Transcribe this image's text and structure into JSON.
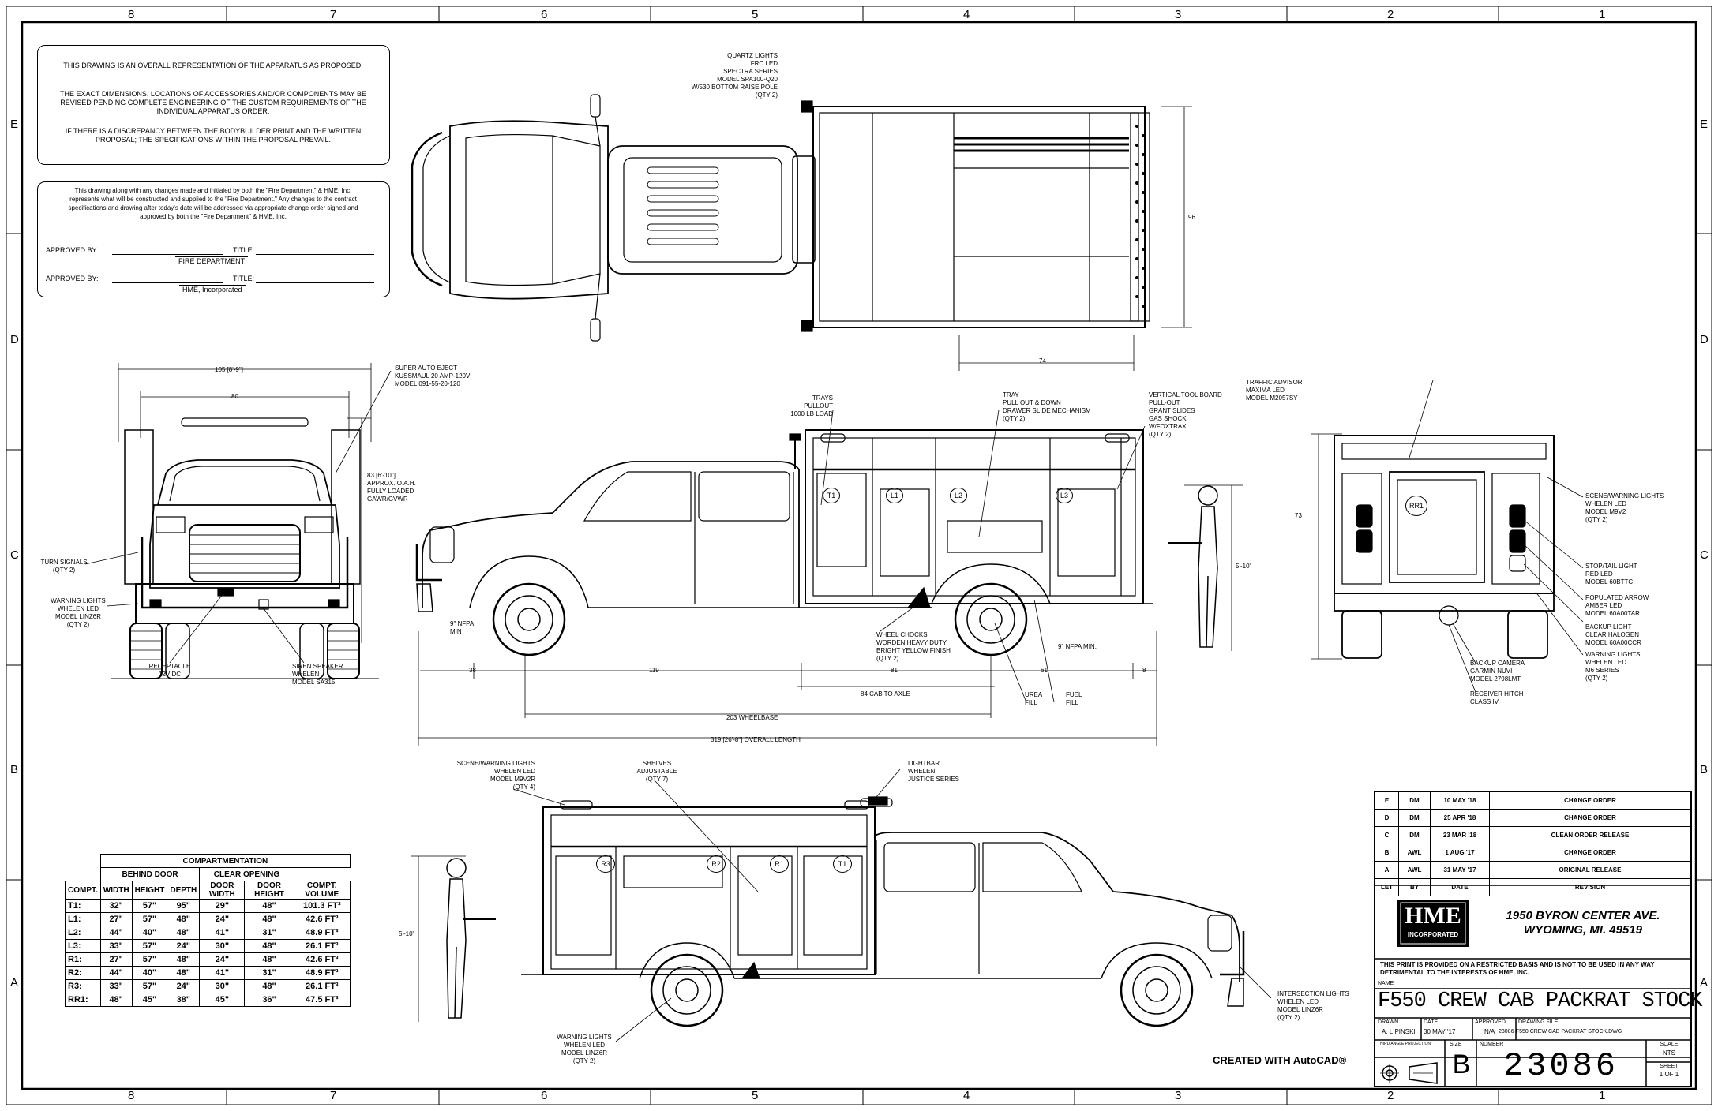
{
  "grid": {
    "columns": [
      "8",
      "7",
      "6",
      "5",
      "4",
      "3",
      "2",
      "1"
    ],
    "rows": [
      "E",
      "D",
      "C",
      "B",
      "A"
    ]
  },
  "notes": {
    "disclaimer": [
      "THIS DRAWING IS AN OVERALL REPRESENTATION OF THE APPARATUS AS PROPOSED.",
      "THE EXACT DIMENSIONS, LOCATIONS OF ACCESSORIES AND/OR COMPONENTS MAY BE REVISED PENDING COMPLETE ENGINEERING OF THE CUSTOM REQUIREMENTS OF THE INDIVIDUAL APPARATUS ORDER.",
      "IF THERE IS A DISCREPANCY BETWEEN THE BODYBUILDER PRINT AND THE WRITTEN PROPOSAL; THE SPECIFICATIONS WITHIN THE PROPOSAL PREVAIL."
    ],
    "approval_text": "This drawing along with any changes made and initialed by both the \"Fire Department\" & HME, Inc. represents what will be constructed and supplied to the \"Fire Department.\" Any changes to the contract specifications and drawing after today's date will be addressed via appropriate change order signed and approved by both the \"Fire Department\" & HME, Inc.",
    "approved_by_1": "APPROVED BY:",
    "title_1": "TITLE:",
    "org_1": "FIRE DEPARTMENT",
    "approved_by_2": "APPROVED BY:",
    "title_2": "TITLE:",
    "org_2": "HME, Incorporated"
  },
  "callouts": {
    "quartz_lights": "QUARTZ LIGHTS\nFRC LED\nSPECTRA SERIES\nMODEL SPA100-Q20\nw/530 BOTTOM RAISE POLE\n(QTY 2)",
    "super_auto_eject": "SUPER AUTO EJECT\nKUSSMAUL 20 AMP-120V\nMODEL 091-55-20-120",
    "height_front": "83 [6'-10\"]\nAPPROX. O.A.H.\nFULLY LOADED\nGAWR/GVWR",
    "turn_signals": "TURN SIGNALS\n(QTY 2)",
    "warning_lights_front": "WARNING LIGHTS\nWHELEN LED\nMODEL LINZ6R\n(QTY 2)",
    "receptacle": "RECEPTACLE\n12V DC",
    "siren_speaker": "SIREN SPEAKER\nWHELEN\nMODEL SA315",
    "trays_pullout": "TRAYS\nPULLOUT\n1000 LB LOAD",
    "tray_pull": "TRAY\nPULL OUT & DOWN\nDRAWER SLIDE MECHANISM\n(QTY 2)",
    "vertical_tool_board": "VERTICAL TOOL BOARD\nPULL-OUT\nGRANT SLIDES\nGAS SHOCK\nw/FOXTRAX\n(QTY 2)",
    "nfpa_min_front": "9\" NFPA\nMIN",
    "wheel_chocks": "WHEEL CHOCKS\nWORDEN HEAVY DUTY\nBRIGHT YELLOW FINISH\n(QTY 2)",
    "nfpa_min_rear": "9\" NFPA MIN.",
    "urea_fill": "UREA\nFILL",
    "fuel_fill": "FUEL\nFILL",
    "traffic_advisor": "TRAFFIC ADVISOR\nMAXIMA LED\nMODEL M2057SY",
    "scene_warning_rear": "SCENE/WARNING LIGHTS\nWHELEN LED\nMODEL M9V2\n(QTY 2)",
    "stop_tail": "STOP/TAIL LIGHT\nRED LED\nMODEL 60BTTC",
    "populated_arrow": "POPULATED ARROW\nAMBER LED\nMODEL 60A00TAR",
    "backup_light": "BACKUP LIGHT\nCLEAR HALOGEN\nMODEL 60A00CCR",
    "warning_lights_rear": "WARNING LIGHTS\nWHELEN LED\nM6 SERIES\n(QTY 2)",
    "backup_camera": "BACKUP CAMERA\nGARMIN NUVI\nMODEL 2798LMT",
    "receiver_hitch": "RECEIVER HITCH\nCLASS IV",
    "scene_warning_left": "SCENE/WARNING LIGHTS\nWHELEN LED\nMODEL M9V2R\n(QTY 4)",
    "shelves": "SHELVES\nADJUSTABLE\n(QTY 7)",
    "lightbar": "LIGHTBAR\nWHELEN\nJUSTICE SERIES",
    "intersection_lights": "INTERSECTION LIGHTS\nWHELEN LED\nMODEL LINZ6R\n(QTY 2)",
    "warning_lights_bottom": "WARNING LIGHTS\nWHELEN LED\nMODEL LINZ6R\n(QTY 2)"
  },
  "dimensions": {
    "width_overall": "105 [8'-9\"]",
    "width_inner": "80",
    "top_width": "96",
    "top_body_len": "74",
    "height_73": "73",
    "person_height": "5'-10\"",
    "d38": "38",
    "d119": "119",
    "d81": "81",
    "d61": "61",
    "d8": "8",
    "cab_to_axle": "84 CAB TO AXLE",
    "wheelbase": "203 WHEELBASE",
    "overall_length": "319 [26'-8\"] OVERALL LENGTH"
  },
  "compartment_labels": {
    "right_side": [
      "T1",
      "L1",
      "L2",
      "L3"
    ],
    "rear": "RR1",
    "left_side": [
      "R3",
      "R2",
      "R1",
      "T1"
    ]
  },
  "compartmentation": {
    "title": "COMPARTMENTATION",
    "group_behind": "BEHIND DOOR",
    "group_clear": "CLEAR OPENING",
    "headers": [
      "COMPT.",
      "WIDTH",
      "HEIGHT",
      "DEPTH",
      "DOOR WIDTH",
      "DOOR HEIGHT",
      "COMPT. VOLUME"
    ],
    "rows": [
      [
        "T1:",
        "32\"",
        "57\"",
        "95\"",
        "29\"",
        "48\"",
        "101.3 FT³"
      ],
      [
        "L1:",
        "27\"",
        "57\"",
        "48\"",
        "24\"",
        "48\"",
        "42.6 FT³"
      ],
      [
        "L2:",
        "44\"",
        "40\"",
        "48\"",
        "41\"",
        "31\"",
        "48.9 FT³"
      ],
      [
        "L3:",
        "33\"",
        "57\"",
        "24\"",
        "30\"",
        "48\"",
        "26.1 FT³"
      ],
      [
        "R1:",
        "27\"",
        "57\"",
        "48\"",
        "24\"",
        "48\"",
        "42.6 FT³"
      ],
      [
        "R2:",
        "44\"",
        "40\"",
        "48\"",
        "41\"",
        "31\"",
        "48.9 FT³"
      ],
      [
        "R3:",
        "33\"",
        "57\"",
        "24\"",
        "30\"",
        "48\"",
        "26.1 FT³"
      ],
      [
        "RR1:",
        "48\"",
        "45\"",
        "38\"",
        "45\"",
        "36\"",
        "47.5 FT³"
      ]
    ]
  },
  "revisions": {
    "rows": [
      [
        "E",
        "DM",
        "10 MAY '18",
        "CHANGE ORDER"
      ],
      [
        "D",
        "DM",
        "25 APR '18",
        "CHANGE ORDER"
      ],
      [
        "C",
        "DM",
        "23 MAR '18",
        "CLEAN ORDER RELEASE"
      ],
      [
        "B",
        "AWL",
        "1 AUG '17",
        "CHANGE ORDER"
      ],
      [
        "A",
        "AWL",
        "31 MAY '17",
        "ORIGINAL RELEASE"
      ]
    ],
    "header": [
      "LET",
      "BY",
      "DATE",
      "REVISION"
    ]
  },
  "title_block": {
    "logo_line1": "HME",
    "logo_line2": "INCORPORATED",
    "address1": "1950 BYRON CENTER AVE.",
    "address2": "WYOMING, MI. 49519",
    "restriction": "THIS PRINT IS PROVIDED ON A RESTRICTED BASIS AND IS NOT TO BE USED IN ANY WAY DETRIMENTAL TO THE INTERESTS OF HME, INC.",
    "name_label": "NAME",
    "name": "F550 CREW CAB PACKRAT STOCK",
    "drawn_label": "DRAWN",
    "drawn": "A. LIPINSKI",
    "date_label": "DATE",
    "date": "30 MAY '17",
    "approved_label": "APPROVED",
    "approved": "N/A",
    "drawing_file_label": "DRAWING FILE",
    "drawing_file": "23086-F550 CREW CAB PACKRAT STOCK.DWG",
    "projection_label": "THIRD ANGLE PROJECTION",
    "size_label": "SIZE",
    "size": "B",
    "number_label": "NUMBER",
    "number": "23086",
    "scale_label": "SCALE",
    "scale": "NTS",
    "sheet_label": "SHEET",
    "sheet": "1 OF 1"
  },
  "autocad": "CREATED WITH AutoCAD®"
}
